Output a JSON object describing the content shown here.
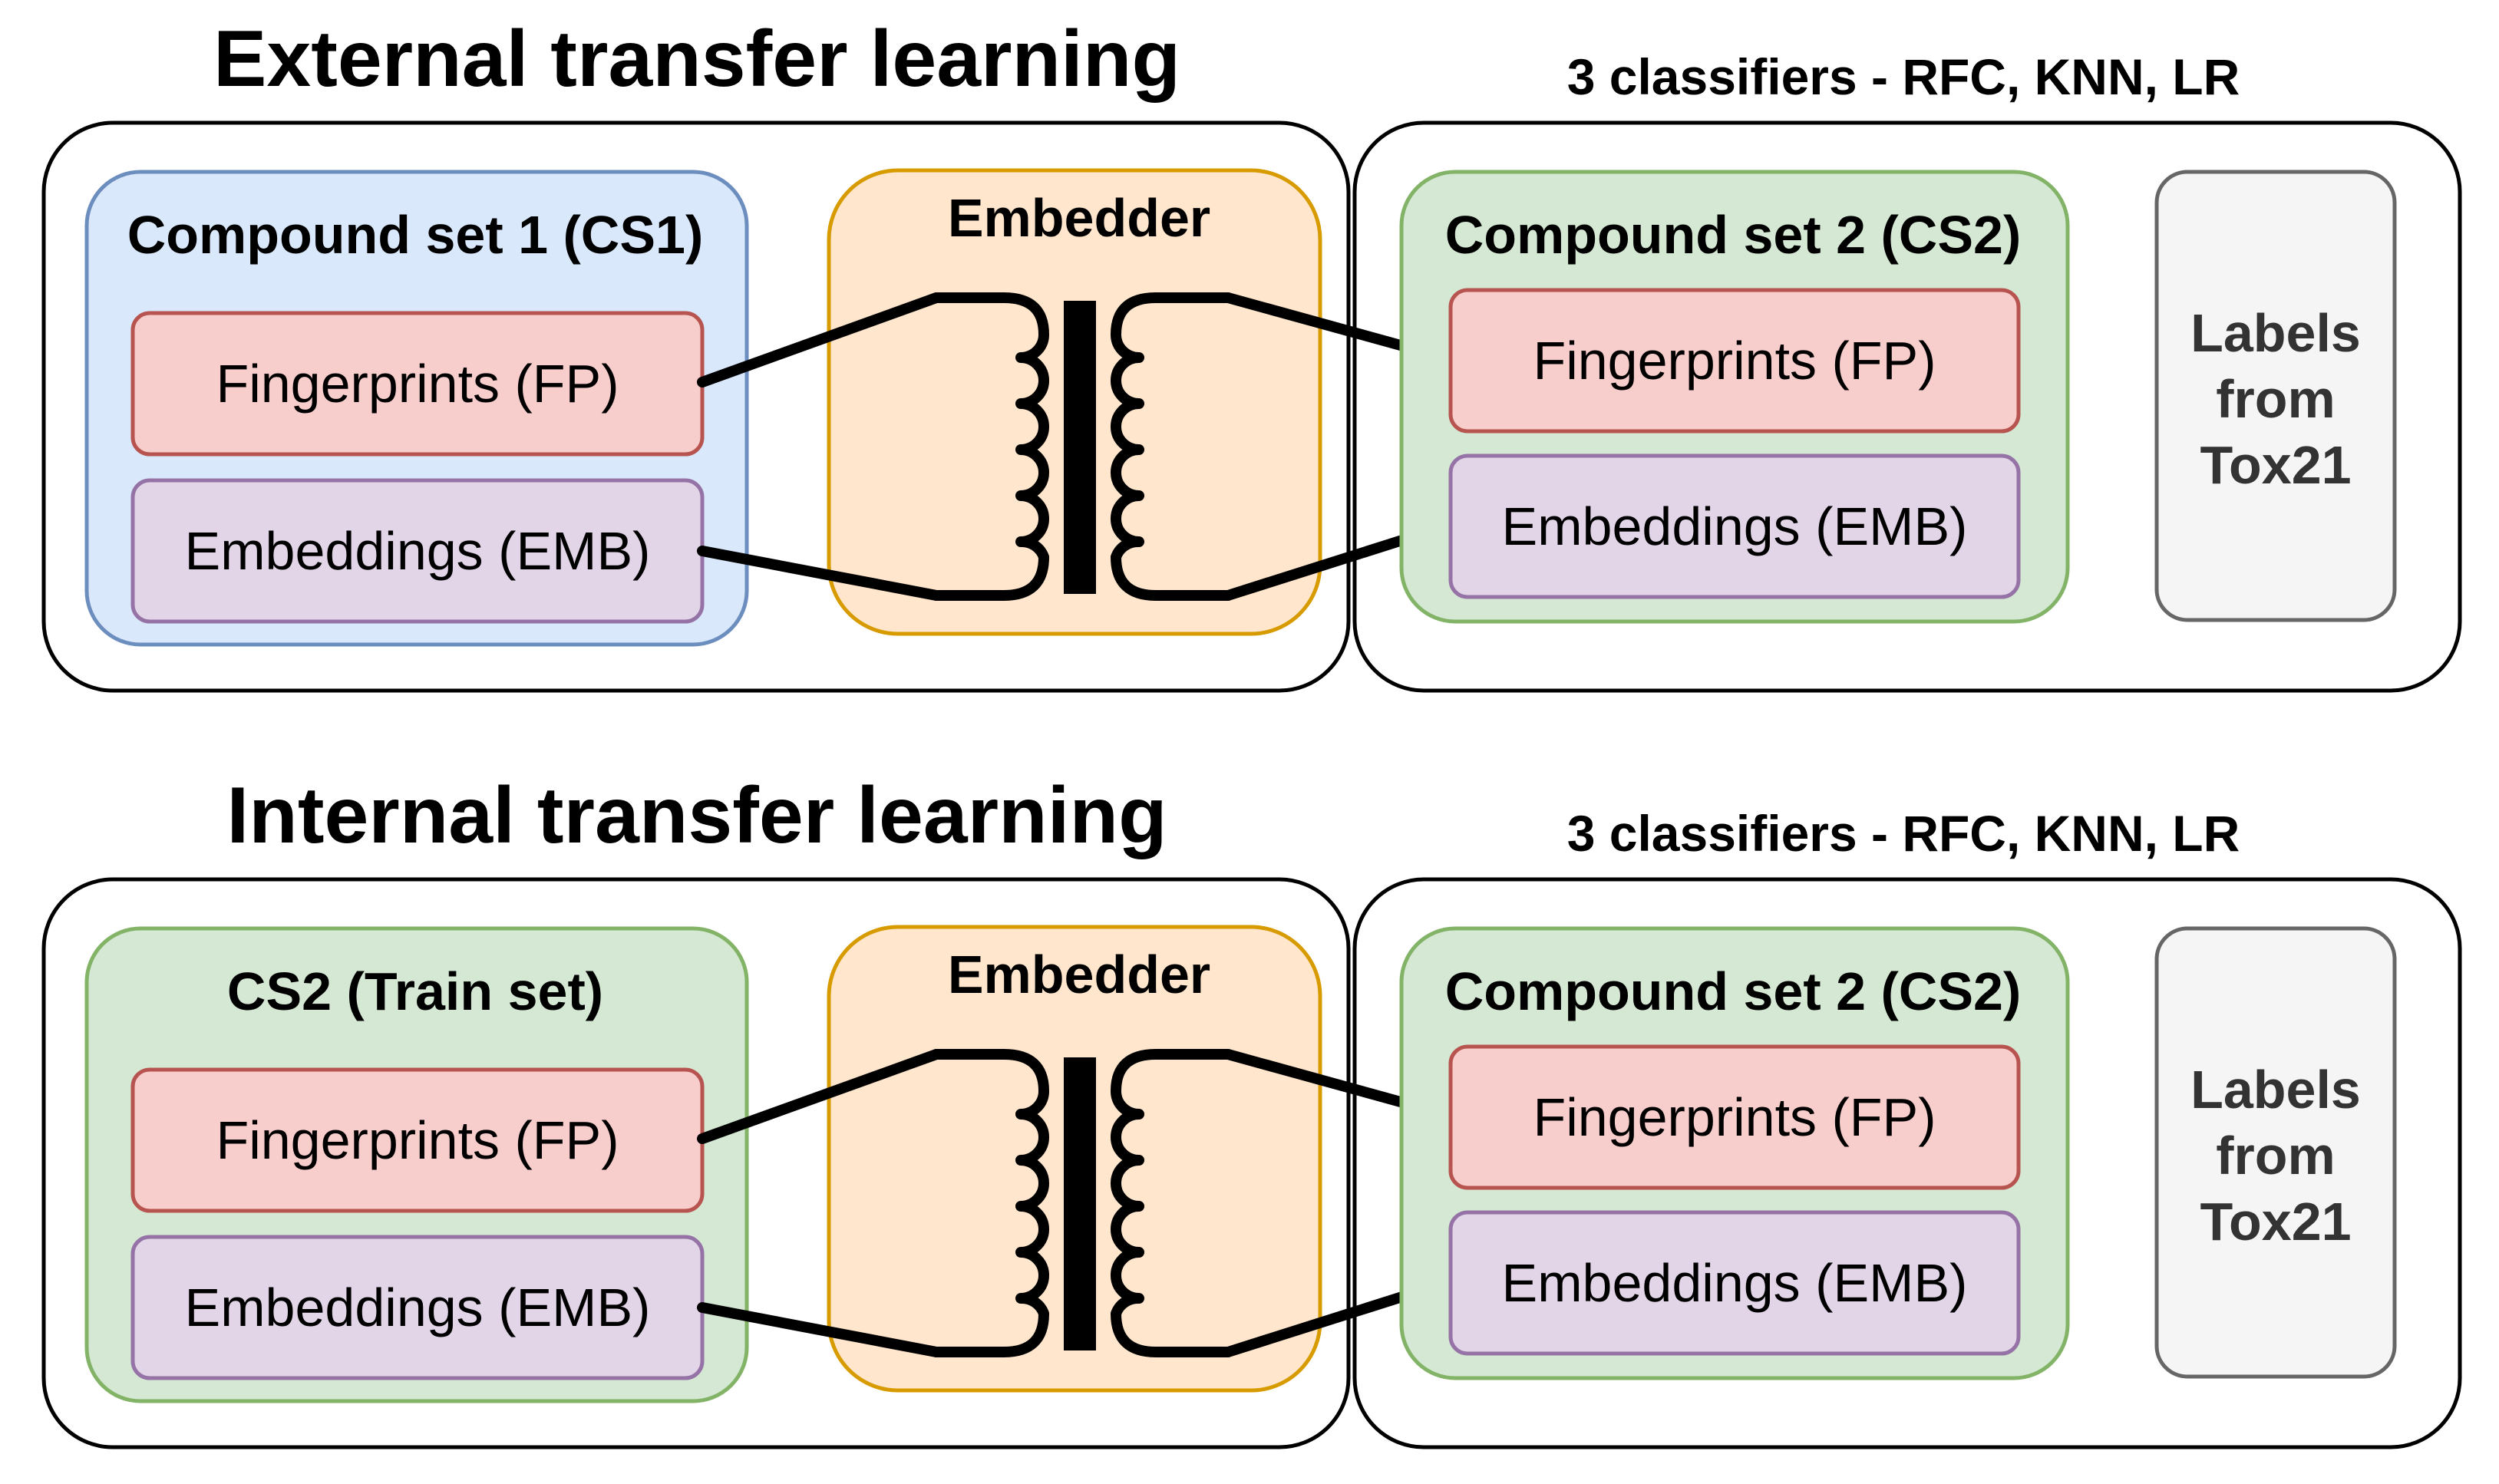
{
  "sections": [
    {
      "title": "External transfer learning",
      "classifiers_label": "3 classifiers - RFC, KNN, LR",
      "source_set": {
        "name": "Compound set 1 (CS1)",
        "items": [
          "Fingerprints (FP)",
          "Embeddings (EMB)"
        ],
        "fill": "#dae8fc",
        "stroke": "#6c8ebf"
      },
      "embedder_label": "Embedder",
      "target_set": {
        "name": "Compound set 2 (CS2)",
        "items": [
          "Fingerprints (FP)",
          "Embeddings (EMB)"
        ],
        "fill": "#d5e8d4",
        "stroke": "#82b366"
      },
      "labels_lines": [
        "Labels",
        "from",
        "Tox21"
      ]
    },
    {
      "title": "Internal transfer learning",
      "classifiers_label": "3 classifiers - RFC, KNN, LR",
      "source_set": {
        "name": "CS2 (Train set)",
        "items": [
          "Fingerprints (FP)",
          "Embeddings (EMB)"
        ],
        "fill": "#d5e8d4",
        "stroke": "#82b366"
      },
      "embedder_label": "Embedder",
      "target_set": {
        "name": "Compound set 2 (CS2)",
        "items": [
          "Fingerprints (FP)",
          "Embeddings (EMB)"
        ],
        "fill": "#d5e8d4",
        "stroke": "#82b366"
      },
      "labels_lines": [
        "Labels",
        "from",
        "Tox21"
      ]
    }
  ],
  "colors": {
    "fingerprints_fill": "#f8cecc",
    "fingerprints_stroke": "#b85450",
    "embeddings_fill": "#e1d5e7",
    "embeddings_stroke": "#9673a6",
    "embedder_fill": "#ffe6cc",
    "embedder_stroke": "#d79b00",
    "labels_fill": "#f5f5f5",
    "labels_stroke": "#666666"
  },
  "icons": {
    "embedder": "transformer-icon"
  }
}
